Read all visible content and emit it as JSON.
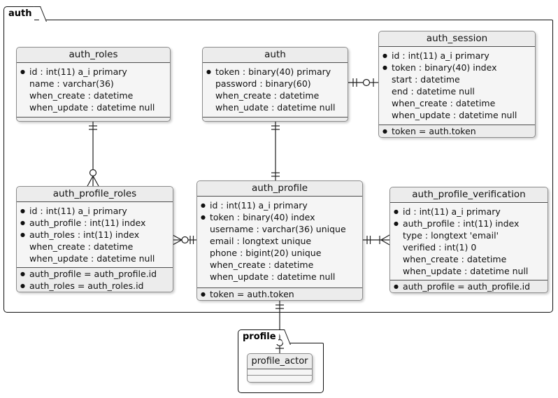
{
  "diagram_type": "database-er-diagram",
  "colors": {
    "entity_fill": "#f5f5f5",
    "entity_header_fill": "#ececec",
    "entity_border": "#8c8c8c",
    "separator": "#4d4d4d",
    "package_border": "#111111",
    "line": "#1f1f1f"
  },
  "packages": [
    {
      "label": "auth"
    },
    {
      "label": "profile"
    }
  ],
  "entities": [
    {
      "id": "auth_roles",
      "package": "auth",
      "title": "auth_roles",
      "rows": [
        {
          "key": true,
          "text": "id : int(11) a_i primary"
        },
        {
          "key": false,
          "text": "name : varchar(36)"
        },
        {
          "key": false,
          "text": "when_create : datetime"
        },
        {
          "key": false,
          "text": "when_update : datetime null"
        }
      ],
      "fk_rows": []
    },
    {
      "id": "auth",
      "package": "auth",
      "title": "auth",
      "rows": [
        {
          "key": true,
          "text": "token : binary(40) primary"
        },
        {
          "key": false,
          "text": "password : binary(60)"
        },
        {
          "key": false,
          "text": "when_create : datetime"
        },
        {
          "key": false,
          "text": "when_udate : datetime null"
        }
      ],
      "fk_rows": []
    },
    {
      "id": "auth_session",
      "package": "auth",
      "title": "auth_session",
      "rows": [
        {
          "key": true,
          "text": "id : int(11) a_i primary"
        },
        {
          "key": true,
          "text": "token : binary(40) index"
        },
        {
          "key": false,
          "text": "start : datetime"
        },
        {
          "key": false,
          "text": "end : datetime null"
        },
        {
          "key": false,
          "text": "when_create : datetime"
        },
        {
          "key": false,
          "text": "when_update : datetime null"
        }
      ],
      "fk_rows": [
        {
          "key": true,
          "text": "token = auth.token"
        }
      ]
    },
    {
      "id": "auth_profile_roles",
      "package": "auth",
      "title": "auth_profile_roles",
      "rows": [
        {
          "key": true,
          "text": "id : int(11) a_i primary"
        },
        {
          "key": true,
          "text": "auth_profile : int(11) index"
        },
        {
          "key": true,
          "text": "auth_roles : int(11) index"
        },
        {
          "key": false,
          "text": "when_create : datetime"
        },
        {
          "key": false,
          "text": "when_update : datetime null"
        }
      ],
      "fk_rows": [
        {
          "key": true,
          "text": "auth_profile = auth_profile.id"
        },
        {
          "key": true,
          "text": "auth_roles = auth_roles.id"
        }
      ]
    },
    {
      "id": "auth_profile",
      "package": "auth",
      "title": "auth_profile",
      "rows": [
        {
          "key": true,
          "text": "id : int(11) a_i primary"
        },
        {
          "key": true,
          "text": "token : binary(40) index"
        },
        {
          "key": false,
          "text": "username : varchar(36) unique"
        },
        {
          "key": false,
          "text": "email : longtext unique"
        },
        {
          "key": false,
          "text": "phone : bigint(20) unique"
        },
        {
          "key": false,
          "text": "when_create : datetime"
        },
        {
          "key": false,
          "text": "when_update : datetime null"
        }
      ],
      "fk_rows": [
        {
          "key": true,
          "text": "token = auth.token"
        }
      ]
    },
    {
      "id": "auth_profile_verification",
      "package": "auth",
      "title": "auth_profile_verification",
      "rows": [
        {
          "key": true,
          "text": "id : int(11) a_i primary"
        },
        {
          "key": true,
          "text": "auth_profile : int(11) index"
        },
        {
          "key": false,
          "text": "type : longtext 'email'"
        },
        {
          "key": false,
          "text": "verified : int(1) 0"
        },
        {
          "key": false,
          "text": "when_create : datetime"
        },
        {
          "key": false,
          "text": "when_update : datetime null"
        }
      ],
      "fk_rows": [
        {
          "key": true,
          "text": "auth_profile = auth_profile.id"
        }
      ]
    },
    {
      "id": "profile_actor",
      "package": "profile",
      "title": "profile_actor",
      "rows": [],
      "fk_rows": []
    }
  ],
  "relationships": [
    {
      "from": "auth_roles",
      "to": "auth_profile_roles",
      "from_cardinality": "exactly-one",
      "to_cardinality": "zero-or-many"
    },
    {
      "from": "auth",
      "to": "auth_profile",
      "from_cardinality": "exactly-one",
      "to_cardinality": "exactly-one"
    },
    {
      "from": "auth",
      "to": "auth_session",
      "from_cardinality": "exactly-one",
      "to_cardinality": "zero-or-one"
    },
    {
      "from": "auth_profile",
      "to": "auth_profile_roles",
      "from_cardinality": "exactly-one",
      "to_cardinality": "zero-or-many"
    },
    {
      "from": "auth_profile",
      "to": "auth_profile_verification",
      "from_cardinality": "exactly-one",
      "to_cardinality": "one-or-many"
    },
    {
      "from": "auth_profile",
      "to": "profile_actor",
      "from_cardinality": "exactly-one",
      "to_cardinality": "zero-or-one"
    }
  ]
}
